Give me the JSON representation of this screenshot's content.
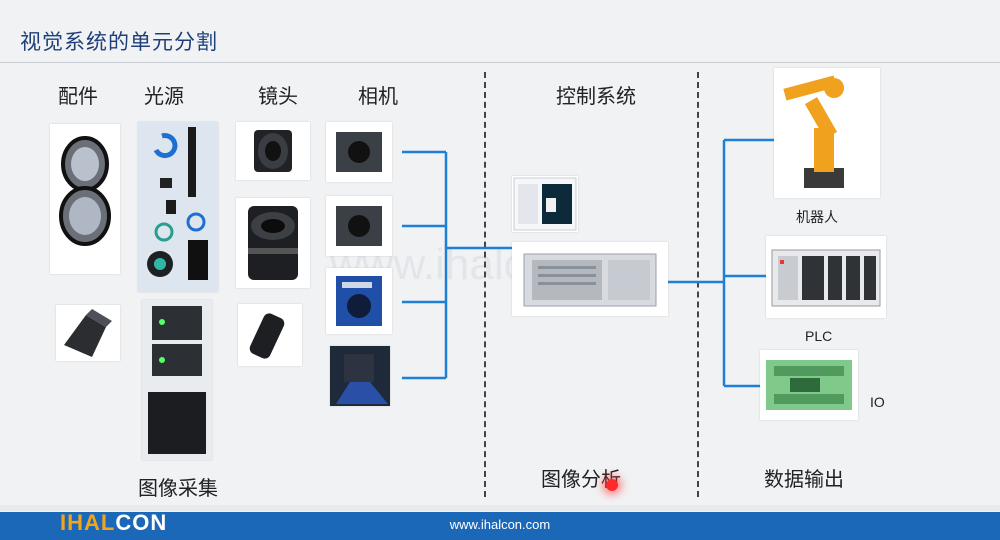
{
  "header": {
    "title": "视觉系统的单元分割"
  },
  "columns": {
    "accessories": "配件",
    "light_source": "光源",
    "lens": "镜头",
    "camera": "相机",
    "control_system": "控制系统"
  },
  "sections": {
    "image_acquisition": "图像采集",
    "image_analysis": "图像分析",
    "data_output": "数据输出"
  },
  "outputs": {
    "robot": "机器人",
    "plc": "PLC",
    "io": "IO"
  },
  "watermark": "www.ihalcon.com",
  "footer": {
    "url": "www.ihalcon.com",
    "logo_part1": "IHAL",
    "logo_part2": "CON"
  },
  "colors": {
    "title": "#1f3f7a",
    "connector": "#1e7fd6",
    "footer": "#1b67b8",
    "logo_accent": "#f2a51a"
  }
}
